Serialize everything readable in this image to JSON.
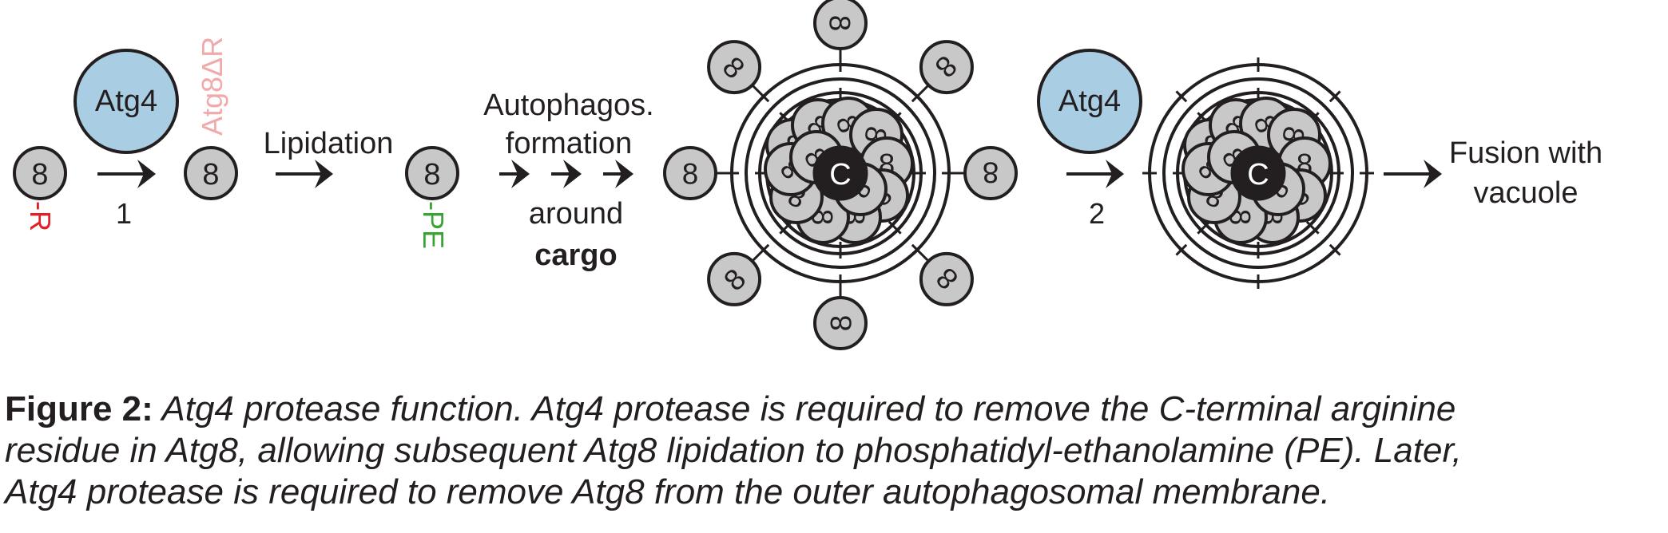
{
  "diagram": {
    "protein_label": "8",
    "r_tag": "-R",
    "pe_tag": "-PE",
    "atg4_label": "Atg4",
    "atg8_delta_r": "Atg8ΔR",
    "step1": "1",
    "step2": "2",
    "lipidation": "Lipidation",
    "autophagos_line1": "Autophagos.",
    "autophagos_line2": "formation",
    "around": "around",
    "cargo": "cargo",
    "cargo_symbol": "C",
    "fusion_line1": "Fusion with",
    "fusion_line2": "vacuole"
  },
  "caption": {
    "label": "Figure 2:",
    "line1": " Atg4 protease function. Atg4 protease is required to remove the C-terminal arginine",
    "line2": "residue in Atg8, allowing subsequent Atg8 lipidation to phosphatidyl-ethanolamine (PE). Later,",
    "line3": "Atg4 protease is required to remove Atg8 from the outer autophagosomal membrane."
  },
  "colors": {
    "atg8_fill": "#c8c8c9",
    "atg4_fill": "#a9cde3",
    "r_red": "#e01f26",
    "pe_green": "#3aa335",
    "delta_pink": "#f1a9a9",
    "cargo_black": "#231f20",
    "ink": "#231f20"
  }
}
